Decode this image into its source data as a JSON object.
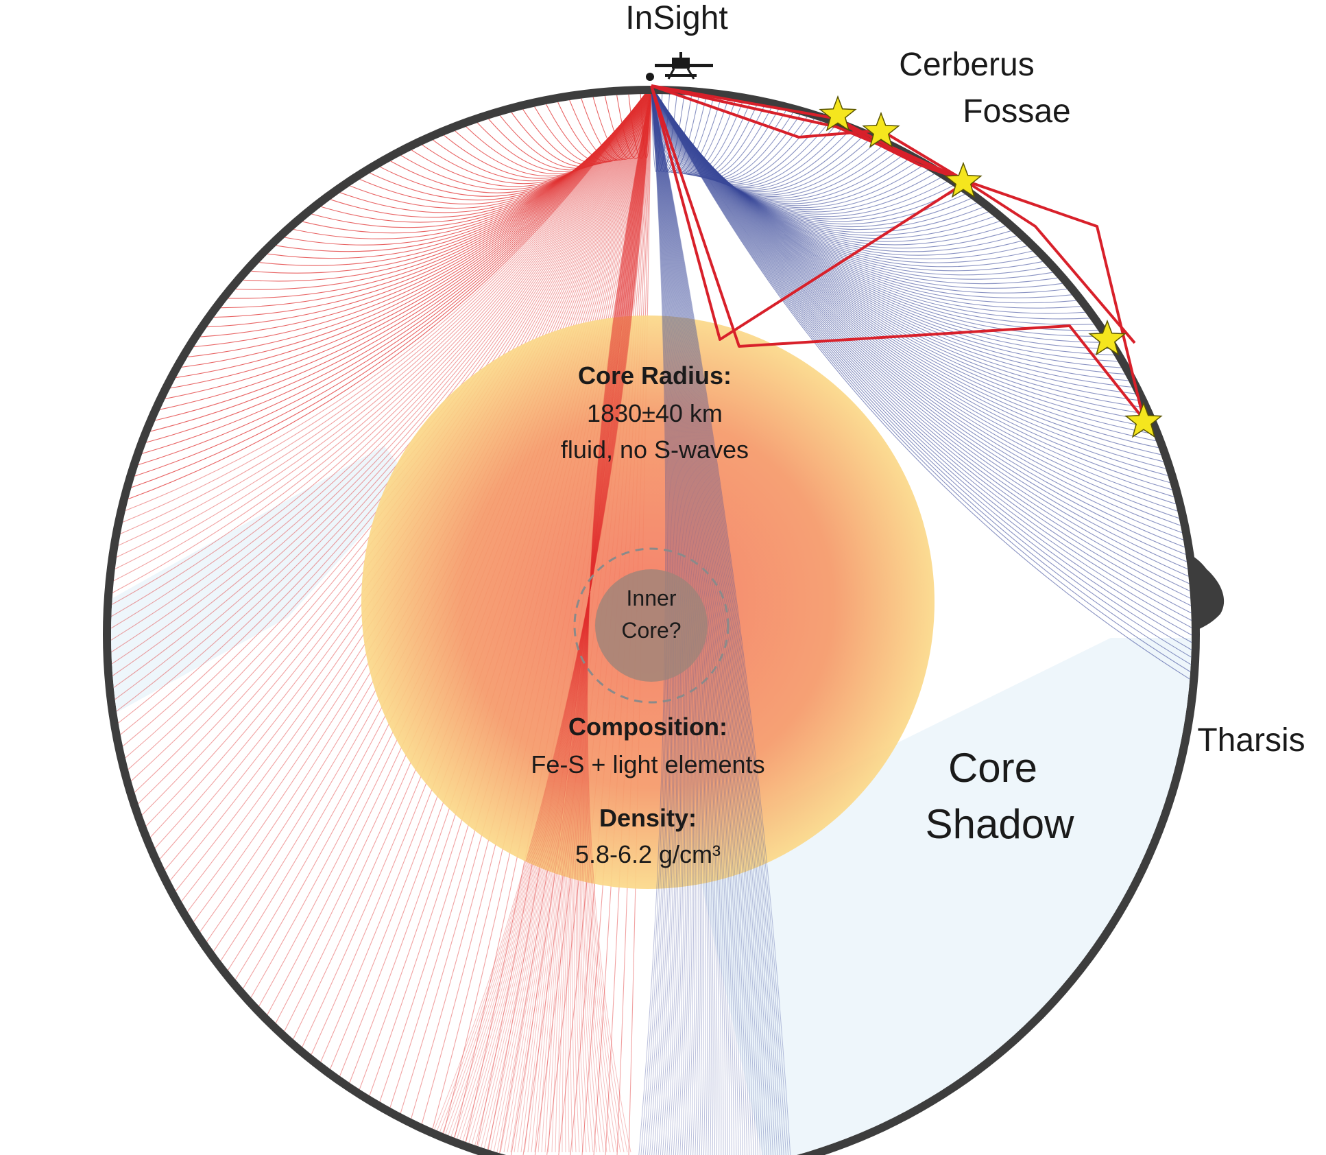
{
  "labels": {
    "insight": "InSight",
    "cerberus_line1": "Cerberus",
    "cerberus_line2": "Fossae",
    "tharsis": "Tharsis",
    "core_shadow_line1": "Core",
    "core_shadow_line2": "Shadow",
    "inner_core_line1": "Inner",
    "inner_core_line2": "Core?",
    "core_radius_heading": "Core Radius:",
    "core_radius_value": "1830±40 km",
    "core_radius_note": "fluid, no S-waves",
    "composition_heading": "Composition:",
    "composition_value": "Fe-S + light elements",
    "density_heading": "Density:",
    "density_value": "5.8-6.2 g/cm³"
  },
  "colors": {
    "p_wave_rays": "#e03030",
    "s_wave_rays": "#3b4a9a",
    "reflected_rays": "#d8202a",
    "crust": "#3d3d3d",
    "core_center": "#f2876a",
    "core_edge": "#fbd98a",
    "inner_core": "#9e8479",
    "shadow_fill": "#eef6fb",
    "event_star": "#f5e61e"
  },
  "icons": {
    "lander": "insight-lander-icon",
    "event": "marsquake-star-icon"
  },
  "event_count": 5
}
